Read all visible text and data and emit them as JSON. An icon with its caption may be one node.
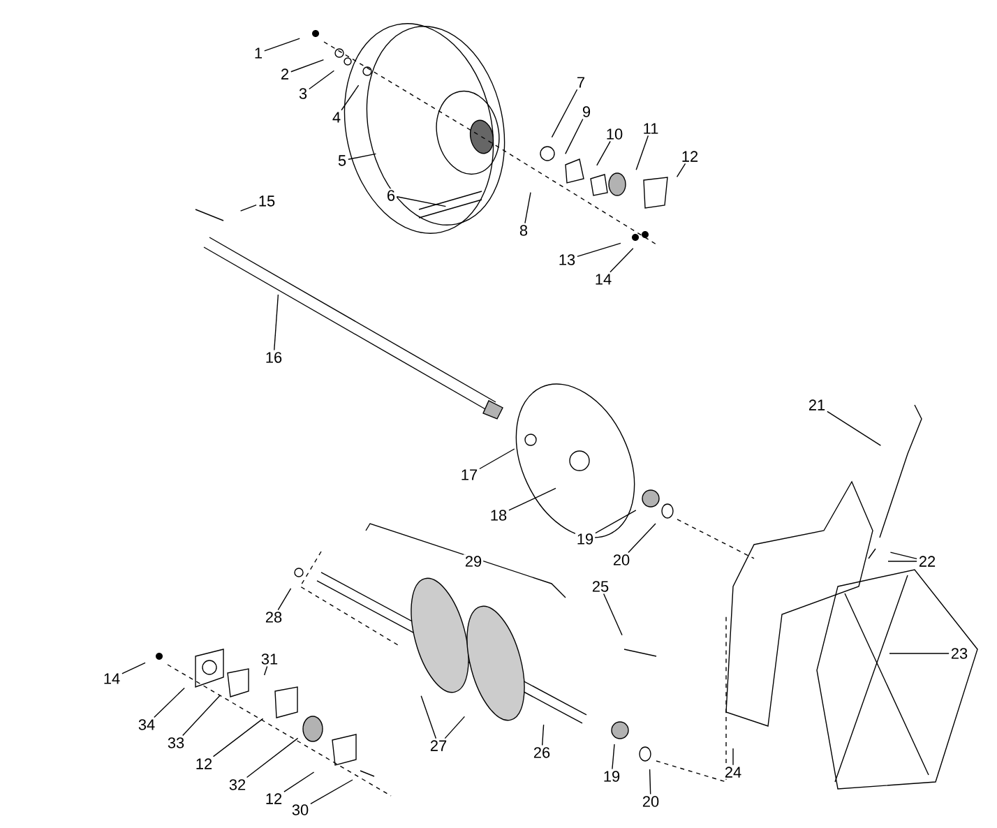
{
  "diagram": {
    "nodes": [
      {
        "text": [
          "1"
        ]
      },
      {
        "text": [
          "2"
        ]
      },
      {
        "text": [
          "3"
        ]
      },
      {
        "text": [
          "4"
        ]
      },
      {
        "text": [
          "5"
        ]
      },
      {
        "text": [
          "6"
        ]
      },
      {
        "text": [
          "7"
        ]
      },
      {
        "text": [
          "8"
        ]
      },
      {
        "text": [
          "9"
        ]
      },
      {
        "text": [
          "10"
        ]
      },
      {
        "text": [
          "11"
        ]
      },
      {
        "text": [
          "12"
        ]
      },
      {
        "text": [
          "13"
        ]
      },
      {
        "text": [
          "14"
        ]
      },
      {
        "text": [
          "15"
        ]
      },
      {
        "text": [
          "16"
        ]
      },
      {
        "text": [
          "17"
        ]
      },
      {
        "text": [
          "18"
        ]
      },
      {
        "text": [
          "19"
        ]
      },
      {
        "text": [
          "20"
        ]
      },
      {
        "text": [
          "21"
        ]
      },
      {
        "text": [
          "22"
        ]
      },
      {
        "text": [
          "23"
        ]
      },
      {
        "text": [
          "25"
        ]
      },
      {
        "text": [
          "28"
        ]
      },
      {
        "text": [
          "14"
        ]
      },
      {
        "text": [
          "31"
        ]
      },
      {
        "text": [
          "34"
        ]
      },
      {
        "text": [
          "33"
        ]
      },
      {
        "text": [
          "27"
        ]
      },
      {
        "text": [
          "26"
        ]
      },
      {
        "text": [
          "12"
        ]
      },
      {
        "text": [
          "32"
        ]
      },
      {
        "text": [
          "19"
        ]
      },
      {
        "text": [
          "24"
        ]
      },
      {
        "text": [
          "12"
        ]
      },
      {
        "text": [
          "20"
        ]
      },
      {
        "text": [
          "30"
        ]
      }
    ],
    "edges": [
      {
        "from": 0,
        "to": null,
        "arrow": "none"
      },
      {
        "from": 1,
        "to": null,
        "arrow": "none"
      },
      {
        "from": 2,
        "to": null,
        "arrow": "none"
      },
      {
        "from": 3,
        "to": null,
        "arrow": "none"
      },
      {
        "from": 4,
        "to": null,
        "arrow": "none"
      },
      {
        "from": 5,
        "to": null,
        "arrow": "none"
      },
      {
        "from": 6,
        "to": null,
        "arrow": "none"
      },
      {
        "from": 7,
        "to": null,
        "arrow": "none"
      },
      {
        "from": 8,
        "to": null,
        "arrow": "none"
      },
      {
        "from": 9,
        "to": null,
        "arrow": "none"
      },
      {
        "from": 10,
        "to": null,
        "arrow": "none"
      },
      {
        "from": 11,
        "to": null,
        "arrow": "none"
      },
      {
        "from": 12,
        "to": null,
        "arrow": "none"
      },
      {
        "from": 13,
        "to": null,
        "arrow": "none"
      },
      {
        "from": 14,
        "to": null,
        "arrow": "none"
      },
      {
        "from": 15,
        "to": null,
        "arrow": "none"
      },
      {
        "from": 16,
        "to": null,
        "arrow": "none"
      },
      {
        "from": 17,
        "to": null,
        "arrow": "none"
      },
      {
        "from": 18,
        "to": null,
        "arrow": "none"
      },
      {
        "from": 19,
        "to": null,
        "arrow": "none"
      },
      {
        "from": 20,
        "to": null,
        "arrow": "none"
      },
      {
        "from": 21,
        "to": null,
        "arrow": "none"
      },
      {
        "from": 21,
        "to": null,
        "arrow": "none"
      },
      {
        "from": 22,
        "to": null,
        "arrow": "none"
      },
      {
        "from": 23,
        "to": null,
        "arrow": "none"
      },
      {
        "from": 24,
        "to": null,
        "arrow": "none"
      },
      {
        "from": 25,
        "to": null,
        "arrow": "none"
      },
      {
        "from": 26,
        "to": null,
        "arrow": "none"
      },
      {
        "from": 27,
        "to": null,
        "arrow": "none"
      },
      {
        "from": 28,
        "to": null,
        "arrow": "none"
      },
      {
        "from": 29,
        "to": null,
        "arrow": "none"
      },
      {
        "from": 29,
        "to": null,
        "arrow": "none"
      },
      {
        "from": 30,
        "to": null,
        "arrow": "none"
      },
      {
        "from": 31,
        "to": null,
        "arrow": "none"
      },
      {
        "from": 32,
        "to": null,
        "arrow": "none"
      },
      {
        "from": 33,
        "to": null,
        "arrow": "none"
      },
      {
        "from": 34,
        "to": null,
        "arrow": "none"
      },
      {
        "from": 35,
        "to": null,
        "arrow": "none"
      },
      {
        "from": 36,
        "to": null,
        "arrow": "none"
      },
      {
        "from": 37,
        "to": null,
        "arrow": "none"
      }
    ],
    "labels": [
      "29"
    ]
  }
}
